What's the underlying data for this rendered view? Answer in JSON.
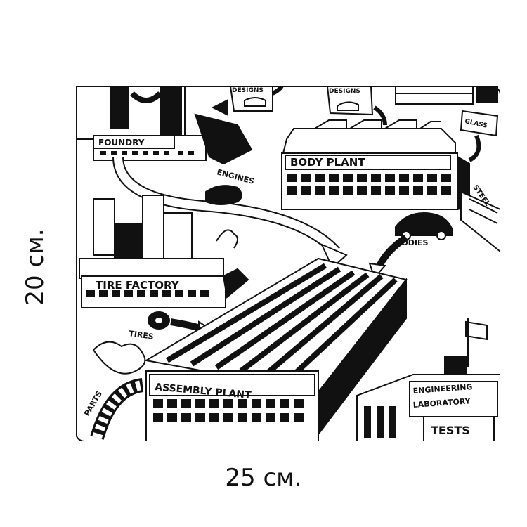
{
  "dimensions": {
    "width": "25 см.",
    "height": "20 см."
  },
  "labels": {
    "designs_left": "DESIGNS",
    "designs_right": "DESIGNS",
    "glass": "GLASS",
    "foundry": "FOUNDRY",
    "body_plant": "BODY  PLANT",
    "engines": "ENGINES",
    "steel": "STEEL",
    "bodies": "BODIES",
    "tire_factory": "TIRE FACTORY",
    "tires": "TIRES",
    "assembly_plant": "ASSEMBLY PLANT",
    "parts": "PARTS",
    "engineering": "ENGINEERING",
    "laboratory": "LABORATORY",
    "tests": "TESTS"
  }
}
